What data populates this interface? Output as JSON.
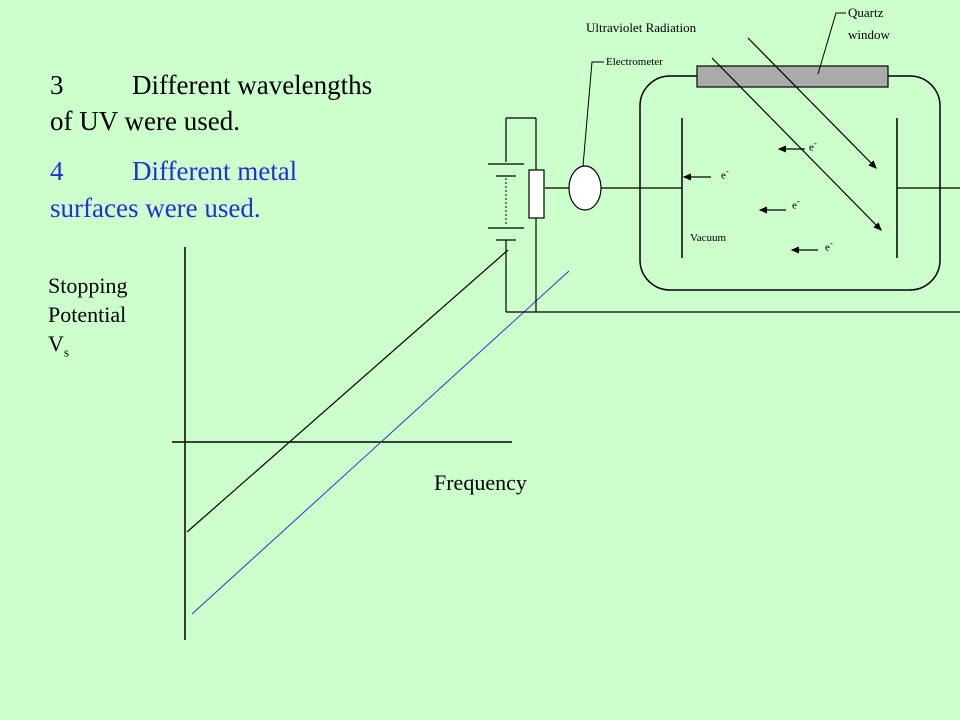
{
  "slide": {
    "point3": {
      "number": "3",
      "line1": "Different wavelengths",
      "line2": "of UV were used."
    },
    "point4": {
      "number": "4",
      "line1": "Different metal",
      "line2": "surfaces were used."
    }
  },
  "graph": {
    "ylabel_line1": "Stopping",
    "ylabel_line2": "Potential",
    "ylabel_symbol": "V",
    "ylabel_subscript": "s",
    "xlabel": "Frequency",
    "series_colors": {
      "black_line": "#000000",
      "blue_line": "#3333cc"
    }
  },
  "apparatus": {
    "uv_label": "Ultraviolet Radiation",
    "quartz_label_line1": "Quartz",
    "quartz_label_line2": "window",
    "electrometer_label": "Electrometer",
    "vacuum_label": "Vacuum",
    "electron_symbol": "e",
    "electron_charge": "-"
  },
  "colors": {
    "background": "#ccffcc",
    "accent_blue": "#2b2bd9"
  }
}
